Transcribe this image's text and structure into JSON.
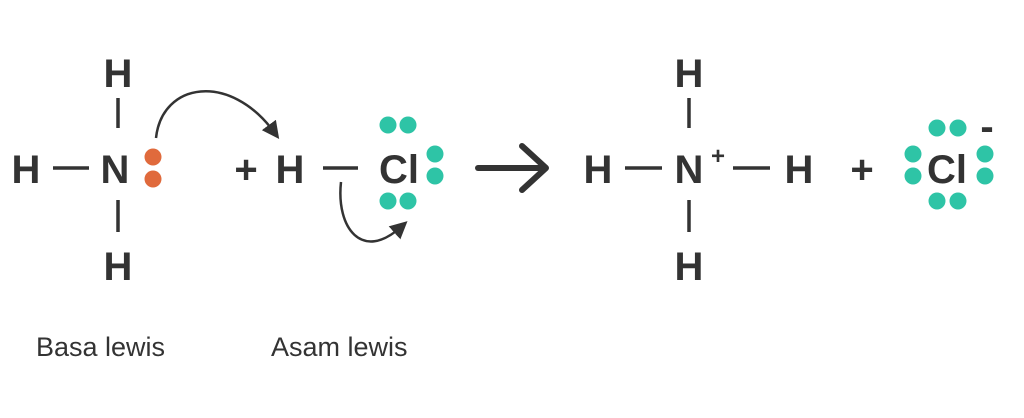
{
  "reactants": {
    "ammonia": {
      "center": "N",
      "top": "H",
      "left": "H",
      "bottom": "H"
    },
    "plus": "+",
    "hcl": {
      "h": "H",
      "cl": "Cl"
    }
  },
  "reaction_arrow": "→",
  "products": {
    "ammonium": {
      "center": "N",
      "charge": "+",
      "top": "H",
      "left": "H",
      "right": "H",
      "bottom": "H"
    },
    "plus": "+",
    "chloride": {
      "symbol": "Cl",
      "charge": "-"
    }
  },
  "labels": {
    "base": "Basa lewis",
    "acid": "Asam lewis"
  },
  "colors": {
    "ink": "#333333",
    "lone_pair_n": "#e06a3c",
    "lone_pair_cl": "#2ec4a6"
  }
}
